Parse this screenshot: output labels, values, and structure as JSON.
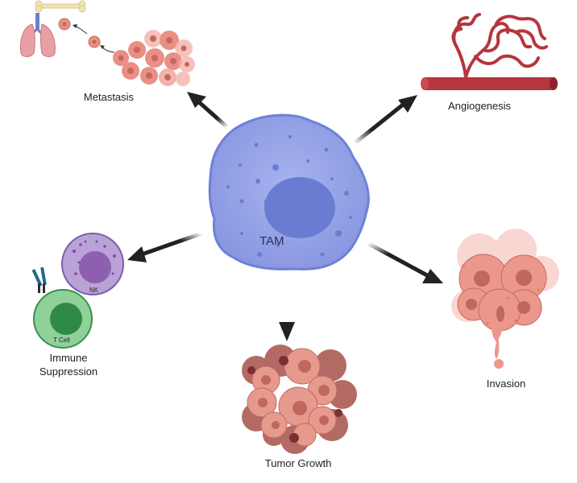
{
  "center_cell": {
    "label": "TAM",
    "color": "#8fa0e6",
    "nucleus_color": "#6a7bd2"
  },
  "outcomes": {
    "metastasis": "Metastasis",
    "angiogenesis": "Angiogenesis",
    "immune_suppression_line1": "Immune",
    "immune_suppression_line2": "Suppression",
    "tumor_growth": "Tumor Growth",
    "invasion": "Invasion"
  },
  "cells": {
    "nk_label": "NK",
    "tcell_label": "T Cell"
  },
  "colors": {
    "arrow": "#222222",
    "tumor": "#e98f84",
    "tumor_dark": "#b05a55",
    "vessel": "#b5363c",
    "nk": "#8e6fb8",
    "tcell": "#4caa5e",
    "lung": "#e8a0a6",
    "bone": "#f0e3b0"
  },
  "icons": [
    "lungs-icon",
    "bone-icon",
    "blood-vessel-icon",
    "tumor-cluster-icon",
    "receptor-icon"
  ]
}
